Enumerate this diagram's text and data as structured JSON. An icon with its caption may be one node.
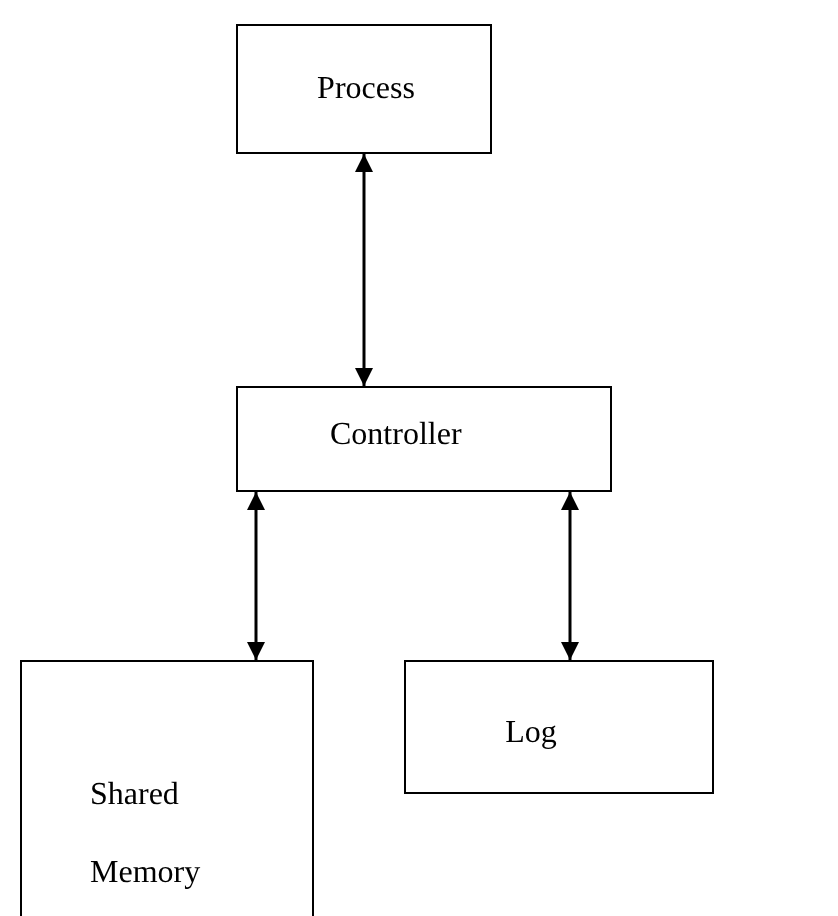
{
  "diagram": {
    "nodes": [
      {
        "text": [
          "Process"
        ]
      },
      {
        "text": [
          "Controller"
        ]
      },
      {
        "text": [
          "Shared Memory"
        ]
      },
      {
        "text": [
          "Log"
        ]
      }
    ],
    "edges": [
      {
        "from": 0,
        "to": 1,
        "arrow": "both"
      },
      {
        "from": 1,
        "to": 2,
        "arrow": "both"
      },
      {
        "from": 1,
        "to": 3,
        "arrow": "both"
      }
    ]
  }
}
